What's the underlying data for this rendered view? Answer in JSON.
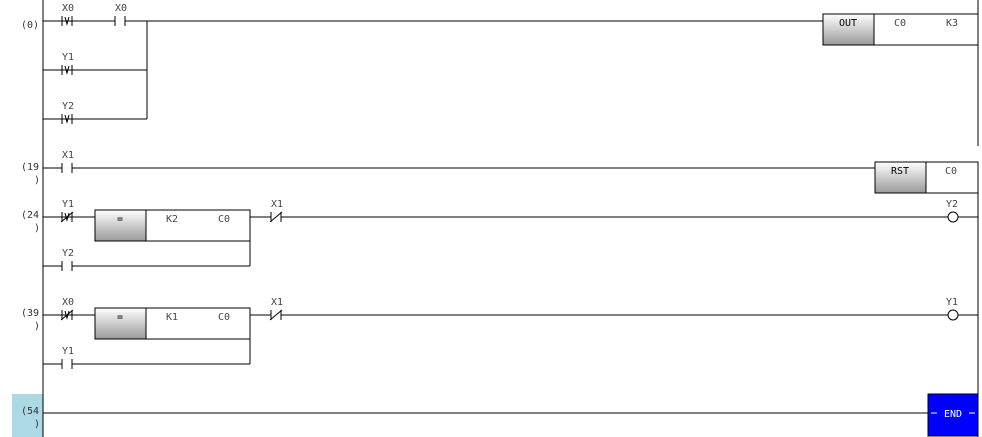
{
  "steps": [
    {
      "line1": "(0)",
      "line2": ""
    },
    {
      "line1": "(19",
      "line2": ")"
    },
    {
      "line1": "(24",
      "line2": ")"
    },
    {
      "line1": "(39",
      "line2": ")"
    },
    {
      "line1": "(54",
      "line2": ")"
    }
  ],
  "contacts": [
    {
      "label": "X0",
      "type": "pulse-fall"
    },
    {
      "label": "X0",
      "type": "no"
    },
    {
      "label": "Y1",
      "type": "pulse-fall"
    },
    {
      "label": "Y2",
      "type": "pulse-fall"
    },
    {
      "label": "X1",
      "type": "no"
    },
    {
      "label": "Y1",
      "type": "pulse-fall-nc"
    },
    {
      "label": "X1",
      "type": "nc"
    },
    {
      "label": "Y2",
      "type": "no"
    },
    {
      "label": "X0",
      "type": "pulse-fall-nc"
    },
    {
      "label": "X1",
      "type": "nc"
    },
    {
      "label": "Y1",
      "type": "no"
    }
  ],
  "instructions": [
    {
      "op": "OUT",
      "arg1": "C0",
      "arg2": "K3"
    },
    {
      "op": "RST",
      "arg1": "C0",
      "arg2": ""
    },
    {
      "op": "=",
      "arg1": "K2",
      "arg2": "C0"
    },
    {
      "op": "=",
      "arg1": "K1",
      "arg2": "C0"
    }
  ],
  "coils": [
    {
      "label": "Y2"
    },
    {
      "label": "Y1"
    }
  ],
  "end": {
    "label": "END"
  },
  "colors": {
    "end_fill": "#0000ff",
    "step_highlight": "#add8e6",
    "box_gradient_top": "#ffffff",
    "box_gradient_bottom": "#9a9a9a"
  }
}
